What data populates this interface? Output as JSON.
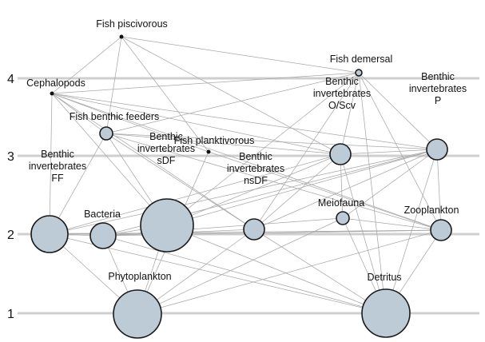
{
  "diagram": {
    "trophic_levels": [
      "4",
      "3",
      "2",
      "1"
    ],
    "nodes": [
      {
        "id": "fish-piscivorous",
        "label_lines": [
          "Fish piscivorous"
        ]
      },
      {
        "id": "fish-demersal",
        "label_lines": [
          "Fish demersal"
        ]
      },
      {
        "id": "cephalopods",
        "label_lines": [
          "Cephalopods"
        ]
      },
      {
        "id": "fish-benthic-feeders",
        "label_lines": [
          "Fish benthic feeders"
        ]
      },
      {
        "id": "benthic-invertebrates-o-scv",
        "label_lines": [
          "Benthic",
          "invertebrates",
          "O/Scv"
        ]
      },
      {
        "id": "benthic-invertebrates-p",
        "label_lines": [
          "Benthic",
          "invertebrates",
          "P"
        ]
      },
      {
        "id": "fish-planktivorous",
        "label_lines": [
          "Fish planktivorous"
        ]
      },
      {
        "id": "benthic-invertebrates-ff",
        "label_lines": [
          "Benthic",
          "invertebrates",
          "FF"
        ]
      },
      {
        "id": "bacteria",
        "label_lines": [
          "Bacteria"
        ]
      },
      {
        "id": "benthic-invertebrates-sdf",
        "label_lines": [
          "Benthic",
          "invertebrates",
          "sDF"
        ]
      },
      {
        "id": "benthic-invertebrates-nsdf",
        "label_lines": [
          "Benthic",
          "invertebrates",
          "nsDF"
        ]
      },
      {
        "id": "meiofauna",
        "label_lines": [
          "Meiofauna"
        ]
      },
      {
        "id": "zooplankton",
        "label_lines": [
          "Zooplankton"
        ]
      },
      {
        "id": "phytoplankton",
        "label_lines": [
          "Phytoplankton"
        ]
      },
      {
        "id": "detritus",
        "label_lines": [
          "Detritus"
        ]
      }
    ],
    "links": [
      [
        "fish-piscivorous",
        "cephalopods"
      ],
      [
        "fish-piscivorous",
        "fish-demersal"
      ],
      [
        "fish-piscivorous",
        "fish-benthic-feeders"
      ],
      [
        "fish-piscivorous",
        "fish-planktivorous"
      ],
      [
        "fish-piscivorous",
        "benthic-invertebrates-o-scv"
      ],
      [
        "fish-demersal",
        "cephalopods"
      ],
      [
        "fish-demersal",
        "fish-benthic-feeders"
      ],
      [
        "fish-demersal",
        "benthic-invertebrates-o-scv"
      ],
      [
        "fish-demersal",
        "benthic-invertebrates-p"
      ],
      [
        "fish-demersal",
        "benthic-invertebrates-sdf"
      ],
      [
        "fish-demersal",
        "benthic-invertebrates-nsdf"
      ],
      [
        "fish-demersal",
        "zooplankton"
      ],
      [
        "fish-demersal",
        "detritus"
      ],
      [
        "cephalopods",
        "fish-benthic-feeders"
      ],
      [
        "cephalopods",
        "fish-planktivorous"
      ],
      [
        "cephalopods",
        "benthic-invertebrates-o-scv"
      ],
      [
        "cephalopods",
        "benthic-invertebrates-p"
      ],
      [
        "cephalopods",
        "benthic-invertebrates-ff"
      ],
      [
        "cephalopods",
        "benthic-invertebrates-sdf"
      ],
      [
        "cephalopods",
        "benthic-invertebrates-nsdf"
      ],
      [
        "cephalopods",
        "zooplankton"
      ],
      [
        "fish-benthic-feeders",
        "benthic-invertebrates-ff"
      ],
      [
        "fish-benthic-feeders",
        "benthic-invertebrates-sdf"
      ],
      [
        "fish-benthic-feeders",
        "benthic-invertebrates-nsdf"
      ],
      [
        "fish-benthic-feeders",
        "benthic-invertebrates-o-scv"
      ],
      [
        "fish-benthic-feeders",
        "benthic-invertebrates-p"
      ],
      [
        "fish-benthic-feeders",
        "zooplankton"
      ],
      [
        "fish-planktivorous",
        "zooplankton"
      ],
      [
        "fish-planktivorous",
        "phytoplankton"
      ],
      [
        "benthic-invertebrates-o-scv",
        "benthic-invertebrates-sdf"
      ],
      [
        "benthic-invertebrates-o-scv",
        "benthic-invertebrates-nsdf"
      ],
      [
        "benthic-invertebrates-o-scv",
        "benthic-invertebrates-ff"
      ],
      [
        "benthic-invertebrates-o-scv",
        "meiofauna"
      ],
      [
        "benthic-invertebrates-o-scv",
        "detritus"
      ],
      [
        "benthic-invertebrates-p",
        "benthic-invertebrates-sdf"
      ],
      [
        "benthic-invertebrates-p",
        "benthic-invertebrates-nsdf"
      ],
      [
        "benthic-invertebrates-p",
        "benthic-invertebrates-ff"
      ],
      [
        "benthic-invertebrates-p",
        "meiofauna"
      ],
      [
        "benthic-invertebrates-p",
        "zooplankton"
      ],
      [
        "benthic-invertebrates-p",
        "bacteria"
      ],
      [
        "benthic-invertebrates-p",
        "detritus"
      ],
      [
        "benthic-invertebrates-p",
        "benthic-invertebrates-o-scv"
      ],
      [
        "benthic-invertebrates-ff",
        "phytoplankton"
      ],
      [
        "benthic-invertebrates-ff",
        "detritus"
      ],
      [
        "benthic-invertebrates-ff",
        "bacteria"
      ],
      [
        "benthic-invertebrates-ff",
        "zooplankton"
      ],
      [
        "bacteria",
        "detritus"
      ],
      [
        "bacteria",
        "phytoplankton"
      ],
      [
        "benthic-invertebrates-sdf",
        "detritus"
      ],
      [
        "benthic-invertebrates-sdf",
        "phytoplankton"
      ],
      [
        "benthic-invertebrates-sdf",
        "bacteria"
      ],
      [
        "benthic-invertebrates-nsdf",
        "detritus"
      ],
      [
        "benthic-invertebrates-nsdf",
        "phytoplankton"
      ],
      [
        "benthic-invertebrates-nsdf",
        "bacteria"
      ],
      [
        "meiofauna",
        "detritus"
      ],
      [
        "meiofauna",
        "bacteria"
      ],
      [
        "meiofauna",
        "phytoplankton"
      ],
      [
        "zooplankton",
        "phytoplankton"
      ],
      [
        "zooplankton",
        "detritus"
      ],
      [
        "zooplankton",
        "bacteria"
      ],
      [
        "zooplankton",
        "benthic-invertebrates-ff"
      ],
      [
        "zooplankton",
        "meiofauna"
      ]
    ]
  }
}
